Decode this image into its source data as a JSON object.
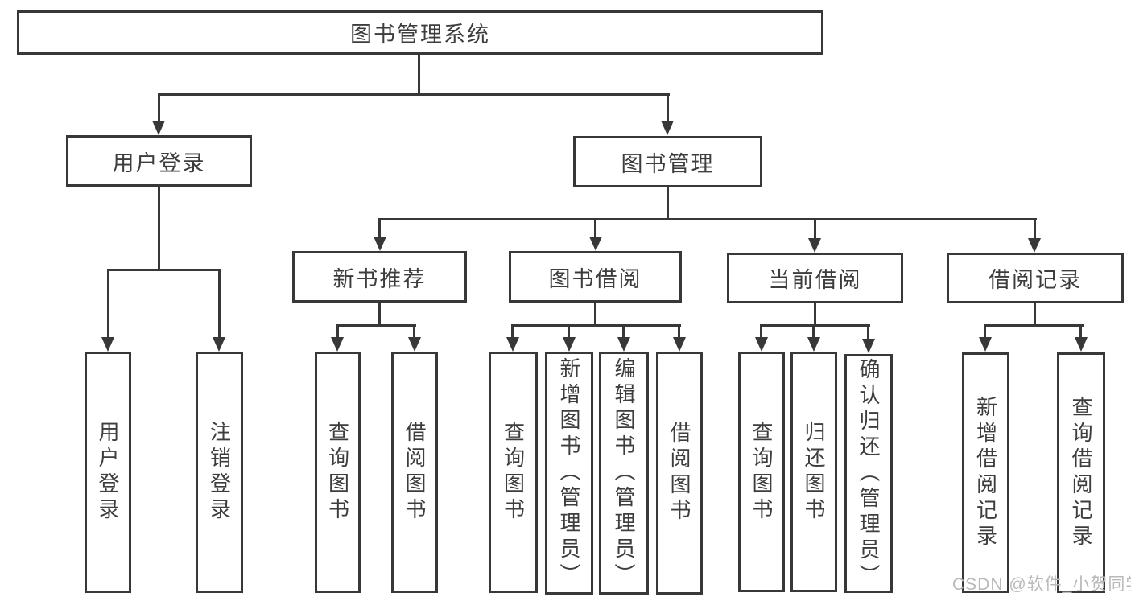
{
  "diagram": {
    "type": "hierarchy-tree",
    "title": "图书管理系统",
    "watermark": "CSDN @软件_小贺同学",
    "colors": {
      "line": "#383838",
      "box_border": "#383838",
      "box_fill": "#ffffff",
      "text": "#3d3d3d",
      "watermark": "#b9b9b9",
      "background": "#ffffff"
    },
    "edges": [
      [
        "图书管理系统",
        "用户登录"
      ],
      [
        "图书管理系统",
        "图书管理"
      ],
      [
        "用户登录",
        "用户登录"
      ],
      [
        "用户登录",
        "注销登录"
      ],
      [
        "图书管理",
        "新书推荐"
      ],
      [
        "图书管理",
        "图书借阅"
      ],
      [
        "图书管理",
        "当前借阅"
      ],
      [
        "图书管理",
        "借阅记录"
      ],
      [
        "新书推荐",
        "查询图书"
      ],
      [
        "新书推荐",
        "借阅图书"
      ],
      [
        "图书借阅",
        "查询图书"
      ],
      [
        "图书借阅",
        "新增图书（管理员）"
      ],
      [
        "图书借阅",
        "编辑图书（管理员）"
      ],
      [
        "图书借阅",
        "借阅图书"
      ],
      [
        "当前借阅",
        "查询图书"
      ],
      [
        "当前借阅",
        "归还图书"
      ],
      [
        "当前借阅",
        "确认归还（管理员）"
      ],
      [
        "借阅记录",
        "新增借阅记录"
      ],
      [
        "借阅记录",
        "查询借阅记录"
      ]
    ]
  },
  "nodes": {
    "root": {
      "label": "图书管理系统"
    },
    "login": {
      "label": "用户登录"
    },
    "manage": {
      "label": "图书管理"
    },
    "newbook": {
      "label": "新书推荐"
    },
    "borrow": {
      "label": "图书借阅"
    },
    "current": {
      "label": "当前借阅"
    },
    "record": {
      "label": "借阅记录"
    },
    "login_user": {
      "label": "用户登录"
    },
    "login_logout": {
      "label": "注销登录"
    },
    "newbook_query": {
      "label": "查询图书"
    },
    "newbook_borrow": {
      "label": "借阅图书"
    },
    "borrow_query": {
      "label": "查询图书"
    },
    "borrow_add": {
      "label": "新增图书（管理员）"
    },
    "borrow_edit": {
      "label": "编辑图书（管理员）"
    },
    "borrow_borrow": {
      "label": "借阅图书"
    },
    "current_query": {
      "label": "查询图书"
    },
    "current_return": {
      "label": "归还图书"
    },
    "current_confirm": {
      "label": "确认归还（管理员）"
    },
    "record_add": {
      "label": "新增借阅记录"
    },
    "record_query": {
      "label": "查询借阅记录"
    }
  }
}
